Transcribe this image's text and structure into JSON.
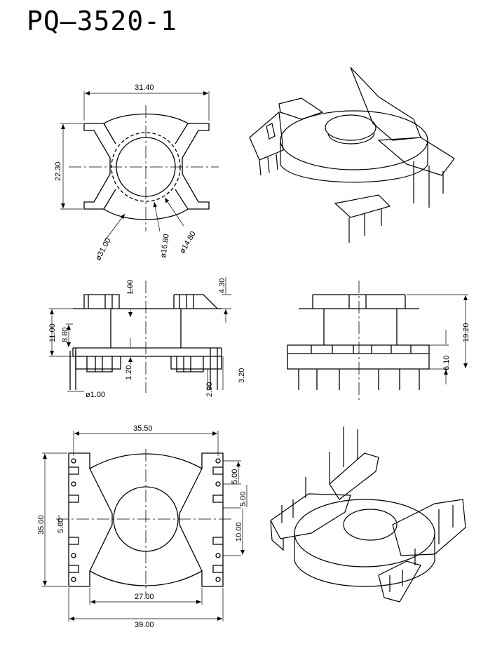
{
  "title": "PQ—3520-1",
  "top_view": {
    "width": "31.40",
    "height": "22.30",
    "outer_dia": "ø31.00",
    "inner_dia_dashed": "ø16.80",
    "hole_dia": "ø14.80"
  },
  "front_view": {
    "flange": "4.30",
    "top_thickness": "1.00",
    "overall": "11.00",
    "inner": "8.80",
    "bottom_thickness": "1.20",
    "pin_length": "2.90",
    "pin_total": "3.20",
    "pin_dia": "ø1.00"
  },
  "side_view": {
    "height": "19.20",
    "base_height": "6.10"
  },
  "bottom_view": {
    "width": "35.50",
    "pitch1": "5.00",
    "pitch2": "5.00",
    "span": "10.00",
    "height": "35.00",
    "offset": "5.60",
    "inner_width": "27.00",
    "outer_width": "39.00"
  }
}
